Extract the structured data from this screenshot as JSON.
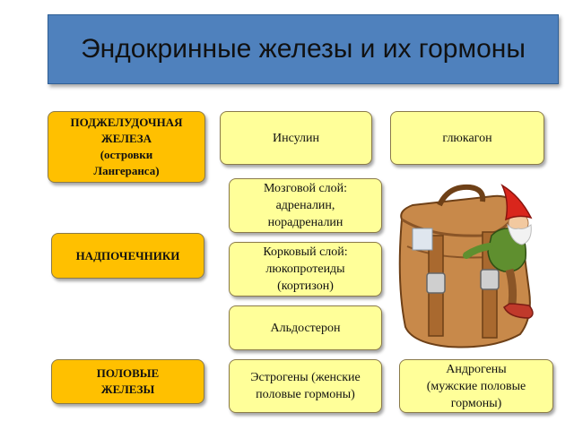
{
  "title": "Эндокринные железы и их гормоны",
  "glands": {
    "pancreas": "ПОДЖЕЛУДОЧНАЯ\nЖЕЛЕЗА\n(островки\nЛангеранса)",
    "adrenal": "НАДПОЧЕЧНИКИ",
    "sex": "ПОЛОВЫЕ\nЖЕЛЕЗЫ"
  },
  "hormones": {
    "insulin": "Инсулин",
    "glucagon": "глюкагон",
    "medulla": "Мозговой слой:\nадреналин,\nнорадреналин",
    "cortex": "Корковый слой:\nлюкопротеиды\n(кортизон)",
    "aldosterone": "Альдостерон",
    "estrogens": "Эстрогены (женские\nполовые гормоны)",
    "androgens": "Андрогены\n(мужские половые\nгормоны)"
  },
  "illustration": {
    "name": "gnome-with-suitcase",
    "colors": {
      "leather": "#c8894a",
      "leather_dark": "#8a5527",
      "hat": "#d9261c",
      "shirt": "#5f8f2f",
      "beard": "#f2f2f2"
    }
  }
}
